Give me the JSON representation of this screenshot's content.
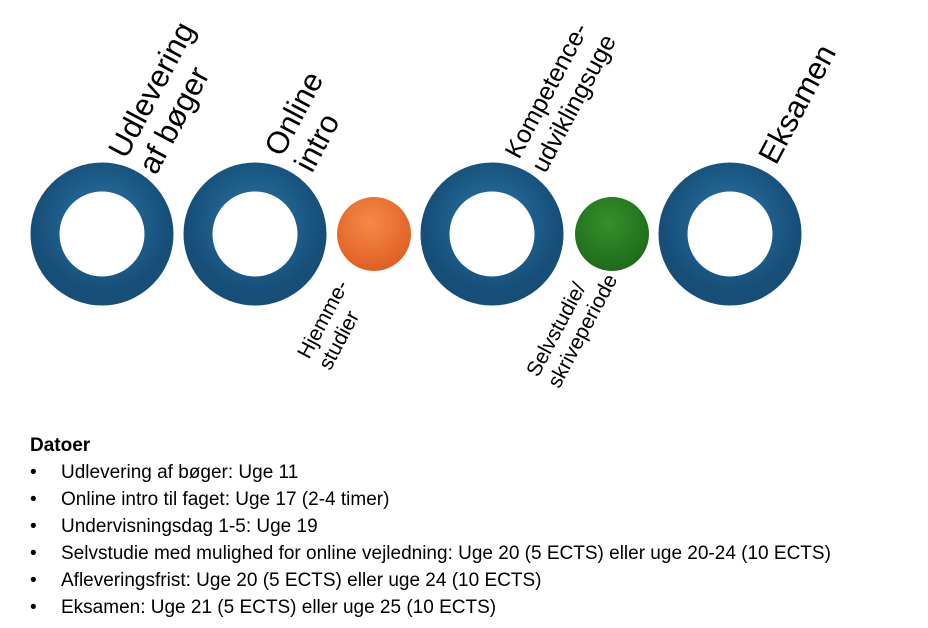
{
  "colors": {
    "ring": "#1a5a86",
    "home_study_dot": "#e8682a",
    "self_study_dot": "#2a7a22",
    "text": "#000000"
  },
  "stages": [
    {
      "id": "udlevering",
      "lines": [
        "Udlevering",
        "af bøger"
      ]
    },
    {
      "id": "online-intro",
      "lines": [
        "Online",
        "intro"
      ]
    },
    {
      "id": "kompetence",
      "lines": [
        "Kompetence-",
        "udviklingsuge"
      ]
    },
    {
      "id": "eksamen",
      "lines": [
        "Eksamen"
      ]
    }
  ],
  "periods": [
    {
      "id": "hjemmestudier",
      "lines": [
        "Hjemme-",
        "studier"
      ]
    },
    {
      "id": "selvstudie",
      "lines": [
        "Selvstudie/",
        "skriveperiode"
      ]
    }
  ],
  "dates": {
    "heading": "Datoer",
    "bullet": "•",
    "items": [
      "Udlevering af bøger: Uge 11",
      "Online intro til faget: Uge 17 (2-4 timer)",
      "Undervisningsdag 1-5: Uge 19",
      "Selvstudie med mulighed for online vejledning: Uge 20 (5 ECTS) eller uge 20-24 (10 ECTS)",
      "Afleveringsfrist: Uge 20 (5 ECTS) eller uge 24 (10 ECTS)",
      "Eksamen: Uge 21 (5 ECTS) eller uge 25 (10 ECTS)"
    ]
  }
}
